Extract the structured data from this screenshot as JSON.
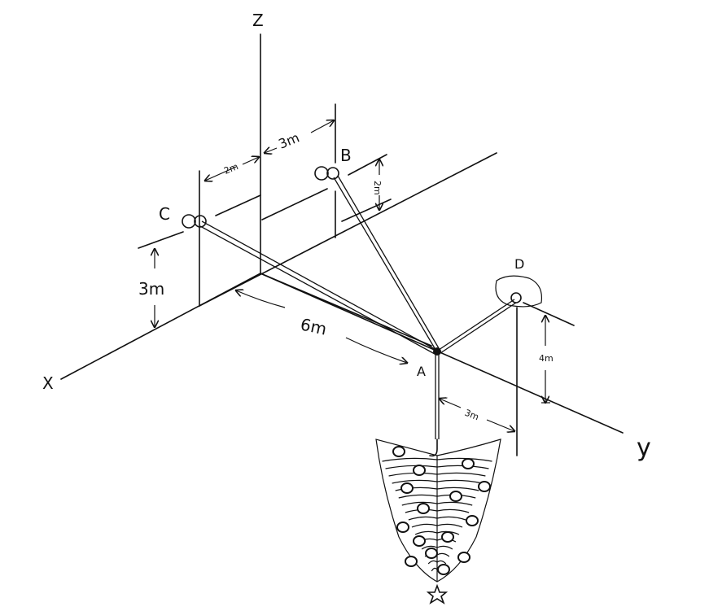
{
  "axes": {
    "z": "Z",
    "x": "X",
    "y": "y"
  },
  "points": {
    "a": "A",
    "b": "B",
    "c": "C",
    "d": "D"
  },
  "dimensions": {
    "c_to_z": "2m",
    "z_to_b": "3m",
    "b_height": "2m",
    "c_height": "3m",
    "a_along_x": "6m",
    "d_height": "4m",
    "a_to_d_along_y": "3m"
  },
  "icons": [
    "eye-bolt-icon",
    "christmas-tree-icon",
    "star-icon",
    "hook-icon"
  ]
}
